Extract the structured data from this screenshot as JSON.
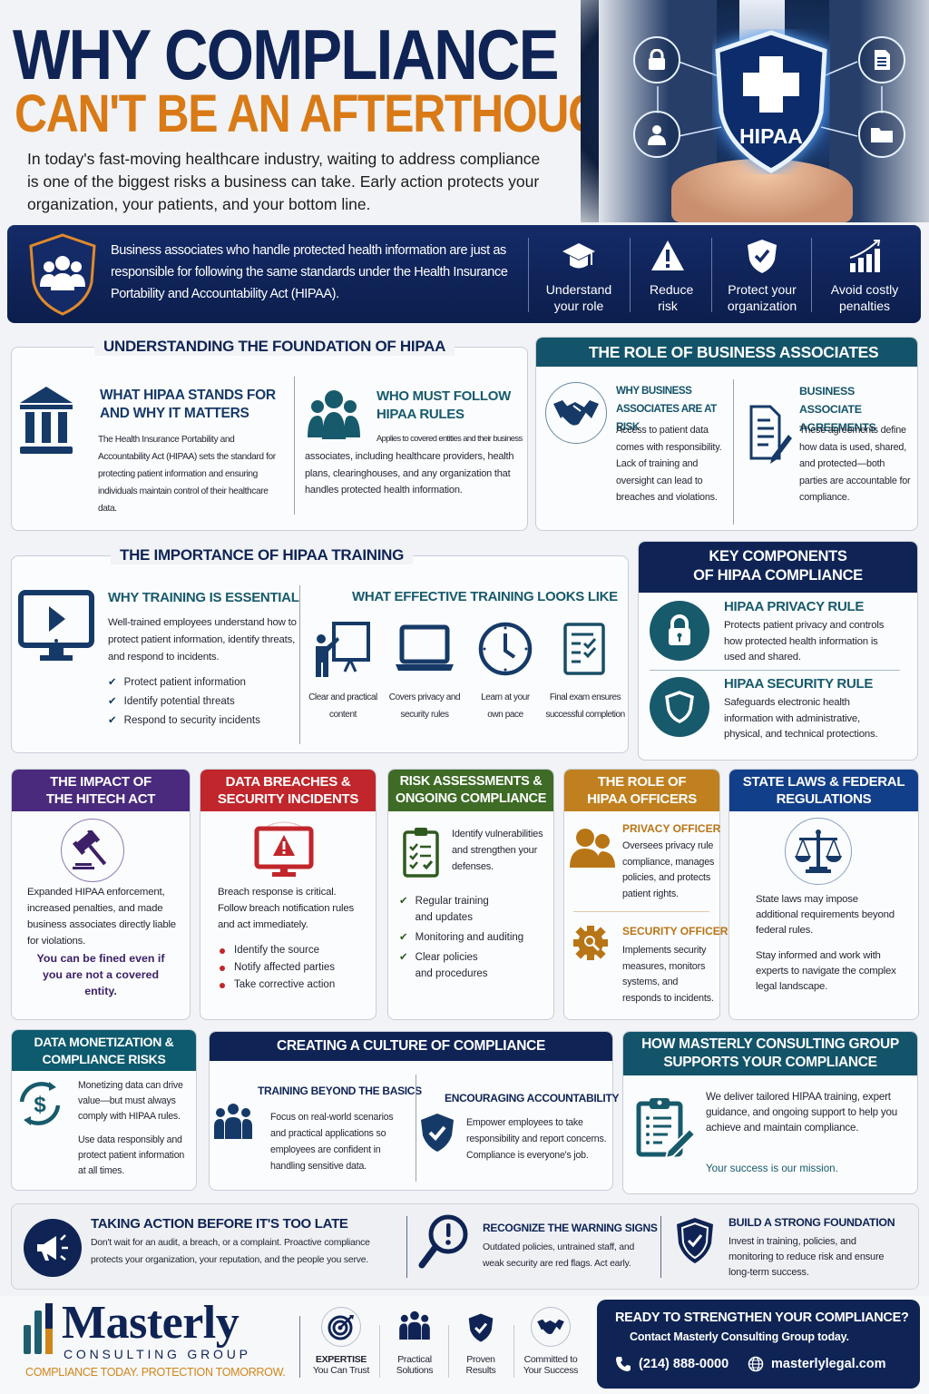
{
  "hero": {
    "title_line1": "WHY COMPLIANCE",
    "title_line2": "CAN'T BE AN AFTERTHOUGHT",
    "intro": "In today's fast-moving healthcare industry, waiting to address compliance is one of the biggest risks a business can take.  Early action protects your organization, your patients, and your bottom line.",
    "image": {
      "shield_label": "HIPAA",
      "icons": [
        "lock-icon",
        "user-icon",
        "document-icon",
        "folder-icon"
      ]
    }
  },
  "banner": {
    "icon": "people-shield-icon",
    "text": "Business associates who handle protected health information are just as responsible for following the same standards under the Health Insurance Portability and Accountability Act (HIPAA).",
    "features": [
      {
        "icon": "graduation-cap-icon",
        "label": "Understand your role"
      },
      {
        "icon": "warning-icon",
        "label": "Reduce risk"
      },
      {
        "icon": "shield-check-icon",
        "label": "Protect your organization"
      },
      {
        "icon": "growth-chart-icon",
        "label": "Avoid costly penalties"
      }
    ]
  },
  "foundation": {
    "title": "UNDERSTANDING THE FOUNDATION OF HIPAA",
    "left": {
      "icon": "courthouse-icon",
      "heading": "WHAT HIPAA STANDS FOR AND WHY IT MATTERS",
      "body": "The Health Insurance Portability and Accountability Act (HIPAA) sets the standard for protecting patient information and ensuring individuals maintain control of their healthcare data."
    },
    "right": {
      "icon": "people-icon",
      "heading": "WHO MUST FOLLOW HIPAA RULES",
      "body_first": "Applies to covered entities and their business",
      "body": "associates, including healthcare providers, health plans, clearinghouses, and any organization that handles protected health information."
    }
  },
  "business_associates": {
    "title": "THE ROLE OF BUSINESS ASSOCIATES",
    "left": {
      "icon": "handshake-icon",
      "heading": "WHY BUSINESS ASSOCIATES ARE AT RISK",
      "body": "Access to patient data comes with responsibility. Lack of training and oversight can lead to breaches and violations."
    },
    "right": {
      "icon": "document-pen-icon",
      "heading": "BUSINESS ASSOCIATE AGREEMENTS",
      "body": "These agreements define how data is used, shared, and protected—both parties are accountable for compliance."
    }
  },
  "training": {
    "title": "THE IMPORTANCE OF HIPAA TRAINING",
    "why": {
      "icon": "monitor-play-icon",
      "heading": "WHY TRAINING IS ESSENTIAL",
      "body": "Well-trained employees understand how to protect patient information, identify threats, and respond to incidents.",
      "checks": [
        "Protect patient information",
        "Identify potential threats",
        "Respond to security incidents"
      ]
    },
    "effective": {
      "heading": "WHAT EFFECTIVE TRAINING LOOKS LIKE",
      "items": [
        {
          "icon": "presenter-icon",
          "label": "Clear and practical content"
        },
        {
          "icon": "laptop-icon",
          "label": "Covers privacy and security rules"
        },
        {
          "icon": "clock-icon",
          "label": "Learn at your own pace"
        },
        {
          "icon": "checklist-icon",
          "label": "Final exam ensures successful completion"
        }
      ]
    }
  },
  "key_components": {
    "title_line1": "KEY COMPONENTS",
    "title_line2": "OF HIPAA COMPLIANCE",
    "items": [
      {
        "icon": "lock-icon",
        "heading": "HIPAA PRIVACY RULE",
        "body": "Protects patient privacy and controls how protected health information is used and shared."
      },
      {
        "icon": "shield-icon",
        "heading": "HIPAA SECURITY RULE",
        "body": "Safeguards electronic health information with administrative, physical, and technical protections."
      }
    ]
  },
  "hitech": {
    "title": "THE IMPACT OF THE HITECH ACT",
    "title_l1": "THE IMPACT OF",
    "title_l2": "THE HITECH ACT",
    "icon": "gavel-icon",
    "body": "Expanded HIPAA enforcement, increased penalties, and made business associates directly liable for violations.",
    "highlight": "You can be fined even if you are not a covered entity.",
    "color": "#4a2a7d"
  },
  "breaches": {
    "title_l1": "DATA BREACHES &",
    "title_l2": "SECURITY INCIDENTS",
    "icon": "monitor-warning-icon",
    "body": "Breach response is critical. Follow breach notification rules and act immediately.",
    "bullets": [
      "Identify the source",
      "Notify affected parties",
      "Take corrective action"
    ],
    "color": "#c0262b"
  },
  "risk": {
    "title_l1": "RISK ASSESSMENTS &",
    "title_l2": "ONGOING COMPLIANCE",
    "icon": "clipboard-check-icon",
    "body": "Identify vulnerabilities and strengthen your defenses.",
    "checks": [
      "Regular training and updates",
      "Monitoring and auditing",
      "Clear policies and procedures"
    ],
    "color": "#3e6b25"
  },
  "officers": {
    "title_l1": "THE ROLE OF",
    "title_l2": "HIPAA OFFICERS",
    "privacy": {
      "icon": "officers-icon",
      "heading": "PRIVACY OFFICER",
      "body": "Oversees privacy rule compliance, manages policies, and protects patient rights."
    },
    "security": {
      "icon": "gear-search-icon",
      "heading": "SECURITY OFFICER",
      "body": "Implements security measures, monitors systems, and responds to incidents."
    },
    "color": "#c0801f"
  },
  "state_laws": {
    "title_l1": "STATE LAWS & FEDERAL",
    "title_l2": "REGULATIONS",
    "icon": "scales-icon",
    "body1": "State laws may impose additional requirements beyond federal rules.",
    "body2": "Stay informed and work with experts to navigate the complex legal landscape.",
    "color": "#123f8a"
  },
  "monetization": {
    "title_l1": "DATA MONETIZATION &",
    "title_l2": "COMPLIANCE RISKS",
    "icon": "dollar-cycle-icon",
    "body1": "Monetizing data can drive value—but must always comply with HIPAA rules.",
    "body2": "Use data responsibly and protect patient information at all times."
  },
  "culture": {
    "title": "CREATING A CULTURE OF COMPLIANCE",
    "left": {
      "icon": "team-icon",
      "heading": "TRAINING BEYOND THE BASICS",
      "body": "Focus on real-world scenarios and practical applications so employees are confident in handling sensitive data."
    },
    "right": {
      "icon": "shield-check-icon",
      "heading": "ENCOURAGING ACCOUNTABILITY",
      "body": "Empower employees to take responsibility and report concerns. Compliance is everyone's job."
    }
  },
  "masterly_support": {
    "title_l1": "HOW MASTERLY CONSULTING GROUP",
    "title_l2": "SUPPORTS YOUR COMPLIANCE",
    "icon": "clipboard-pen-icon",
    "body": "We deliver tailored HIPAA training, expert guidance, and ongoing support to help you achieve and maintain compliance.",
    "tagline": "Your success is our mission."
  },
  "action_bar": {
    "items": [
      {
        "icon": "megaphone-icon",
        "heading": "TAKING ACTION BEFORE IT'S TOO LATE",
        "body": "Don't wait for an audit, a breach, or a complaint. Proactive compliance protects your organization, your reputation, and the people you serve."
      },
      {
        "icon": "magnifier-alert-icon",
        "heading": "RECOGNIZE THE WARNING SIGNS",
        "body": "Outdated policies, untrained staff, and weak security are red flags. Act early."
      },
      {
        "icon": "shield-check-icon",
        "heading": "BUILD A STRONG FOUNDATION",
        "body": "Invest in training, policies, and monitoring to reduce risk and ensure long-term success."
      }
    ]
  },
  "footer": {
    "logo_name": "Masterly",
    "logo_sub": "CONSULTING GROUP",
    "tagline": "COMPLIANCE TODAY. PROTECTION TOMORROW.",
    "values": [
      {
        "icon": "target-icon",
        "line1": "EXPERTISE",
        "line2": "You Can Trust"
      },
      {
        "icon": "team-icon",
        "line1": "Practical",
        "line2": "Solutions"
      },
      {
        "icon": "shield-check-icon",
        "line1": "Proven",
        "line2": "Results"
      },
      {
        "icon": "handshake-icon",
        "line1": "Committed to",
        "line2": "Your Success"
      }
    ],
    "cta": {
      "heading": "READY TO STRENGTHEN YOUR COMPLIANCE?",
      "sub": "Contact Masterly Consulting Group today.",
      "phone": "(214) 888-0000",
      "website": "masterlylegal.com"
    }
  },
  "colors": {
    "navy": "#0f2455",
    "teal": "#0e5a6e",
    "orange": "#d97a16",
    "purple": "#4a2a7d",
    "red": "#c0262b",
    "green": "#3e6b25",
    "gold": "#c0801f",
    "blue": "#123f8a"
  }
}
